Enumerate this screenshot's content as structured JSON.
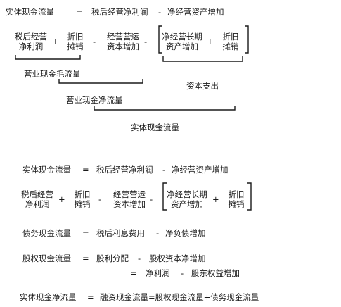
{
  "diagram1": {
    "equation": {
      "lhs": "实体现金流量",
      "eq": "=",
      "term1": "税后经营净利润",
      "minus": "-",
      "term2": "净经营资产增加"
    },
    "row": {
      "t1a": "税后经营",
      "t1b": "净利润",
      "plus1": "+",
      "t2a": "折旧",
      "t2b": "摊销",
      "minus1": "-",
      "t3a": "经营营运",
      "t3b": "资本增加",
      "minus2": "-",
      "t4a": "净经营长期",
      "t4b": "资产增加",
      "plus2": "+",
      "t5a": "折旧",
      "t5b": "摊销"
    },
    "level1": "营业现金毛流量",
    "capex": "资本支出",
    "level2": "营业现金净流量",
    "level3": "实体现金流量"
  },
  "formulas": {
    "f1": {
      "lhs": "实体现金流量",
      "eq": "=",
      "term1": "税后经营净利润",
      "minus": "-",
      "term2": "净经营资产增加"
    },
    "row2": {
      "t1a": "税后经营",
      "t1b": "净利润",
      "plus1": "+",
      "t2a": "折旧",
      "t2b": "摊销",
      "minus1": "-",
      "t3a": "经营营运",
      "t3b": "资本增加",
      "minus2": "-",
      "t4a": "净经营长期",
      "t4b": "资产增加",
      "plus2": "+",
      "t5a": "折旧",
      "t5b": "摊销"
    },
    "f2": {
      "lhs": "债务现金流量",
      "eq": "=",
      "term1": "税后利息费用",
      "minus": "-",
      "term2": "净负债增加"
    },
    "f3": {
      "lhs": "股权现金流量",
      "eq": "=",
      "term1": "股利分配",
      "minus": "-",
      "term2": "股权资本净增加"
    },
    "f3b": {
      "eq": "=",
      "term1": "净利润",
      "minus": "-",
      "term2": "股东权益增加"
    },
    "f4": {
      "lhs": "实体现金净流量",
      "eq": "=",
      "rhs": "融资现金流量=股权现金流量+债务现金流量"
    }
  }
}
